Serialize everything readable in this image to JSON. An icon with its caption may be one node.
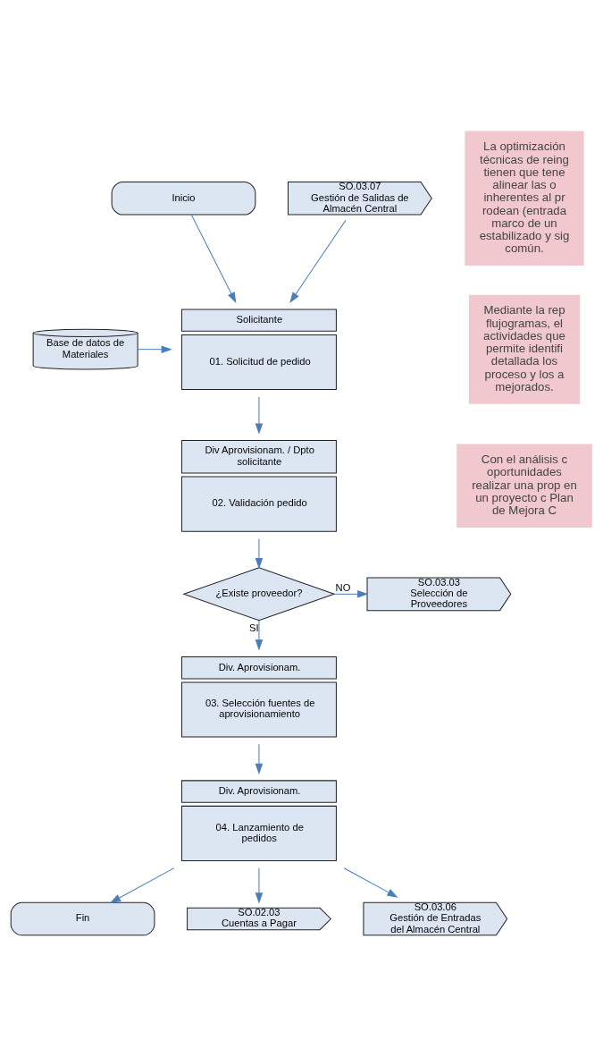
{
  "diagram": {
    "nodes": [
      {
        "text": [
          "Inicio"
        ]
      },
      {
        "text": [
          "SO.03.07",
          "Gestión de Salidas de Almacén Central"
        ]
      },
      {
        "text": [
          "Base de datos de Materiales"
        ]
      },
      {
        "text": [
          "Solicitante",
          "01. Solicitud de pedido"
        ]
      },
      {
        "text": [
          "Div Aprovisionam. / Dpto solicitante",
          "02. Validación pedido"
        ]
      },
      {
        "text": [
          "¿Existe proveedor?"
        ]
      },
      {
        "text": [
          "SO.03.03",
          "Selección de Proveedores"
        ]
      },
      {
        "text": [
          "Div. Aprovisionam.",
          "03. Selección fuentes de aprovisionamiento"
        ]
      },
      {
        "text": [
          "Div. Aprovisionam.",
          "04. Lanzamiento de pedidos"
        ]
      },
      {
        "text": [
          "Fin"
        ]
      },
      {
        "text": [
          "SO.02.03",
          "Cuentas a Pagar"
        ]
      },
      {
        "text": [
          "SO.03.06",
          "Gestión de Entradas del Almacén Central"
        ]
      }
    ],
    "edges": [
      {
        "from": 0,
        "to": 3,
        "arrow": "to"
      },
      {
        "from": 1,
        "to": 3,
        "arrow": "to"
      },
      {
        "from": 2,
        "to": 3,
        "arrow": "to"
      },
      {
        "from": 3,
        "to": 4,
        "arrow": "to"
      },
      {
        "from": 4,
        "to": 5,
        "arrow": "to"
      },
      {
        "from": 5,
        "to": 6,
        "arrow": "to",
        "label": "NO"
      },
      {
        "from": 5,
        "to": 7,
        "arrow": "to",
        "label": "SI"
      },
      {
        "from": 7,
        "to": 8,
        "arrow": "to"
      },
      {
        "from": 8,
        "to": 9,
        "arrow": "to"
      },
      {
        "from": 8,
        "to": 10,
        "arrow": "to"
      },
      {
        "from": 8,
        "to": 11,
        "arrow": "to"
      }
    ],
    "labels": [
      "La optimización técnicas de reing tienen que tene alinear las o inherentes al pr rodean (entrada marco de un estabilizado y sig común.",
      "Mediante la rep flujogramas, el actividades que permite identifi detallada los proceso y los a mejorados.",
      "Con el análisis c oportunidades realizar una prop en un proyecto c Plan de Mejora C"
    ]
  }
}
